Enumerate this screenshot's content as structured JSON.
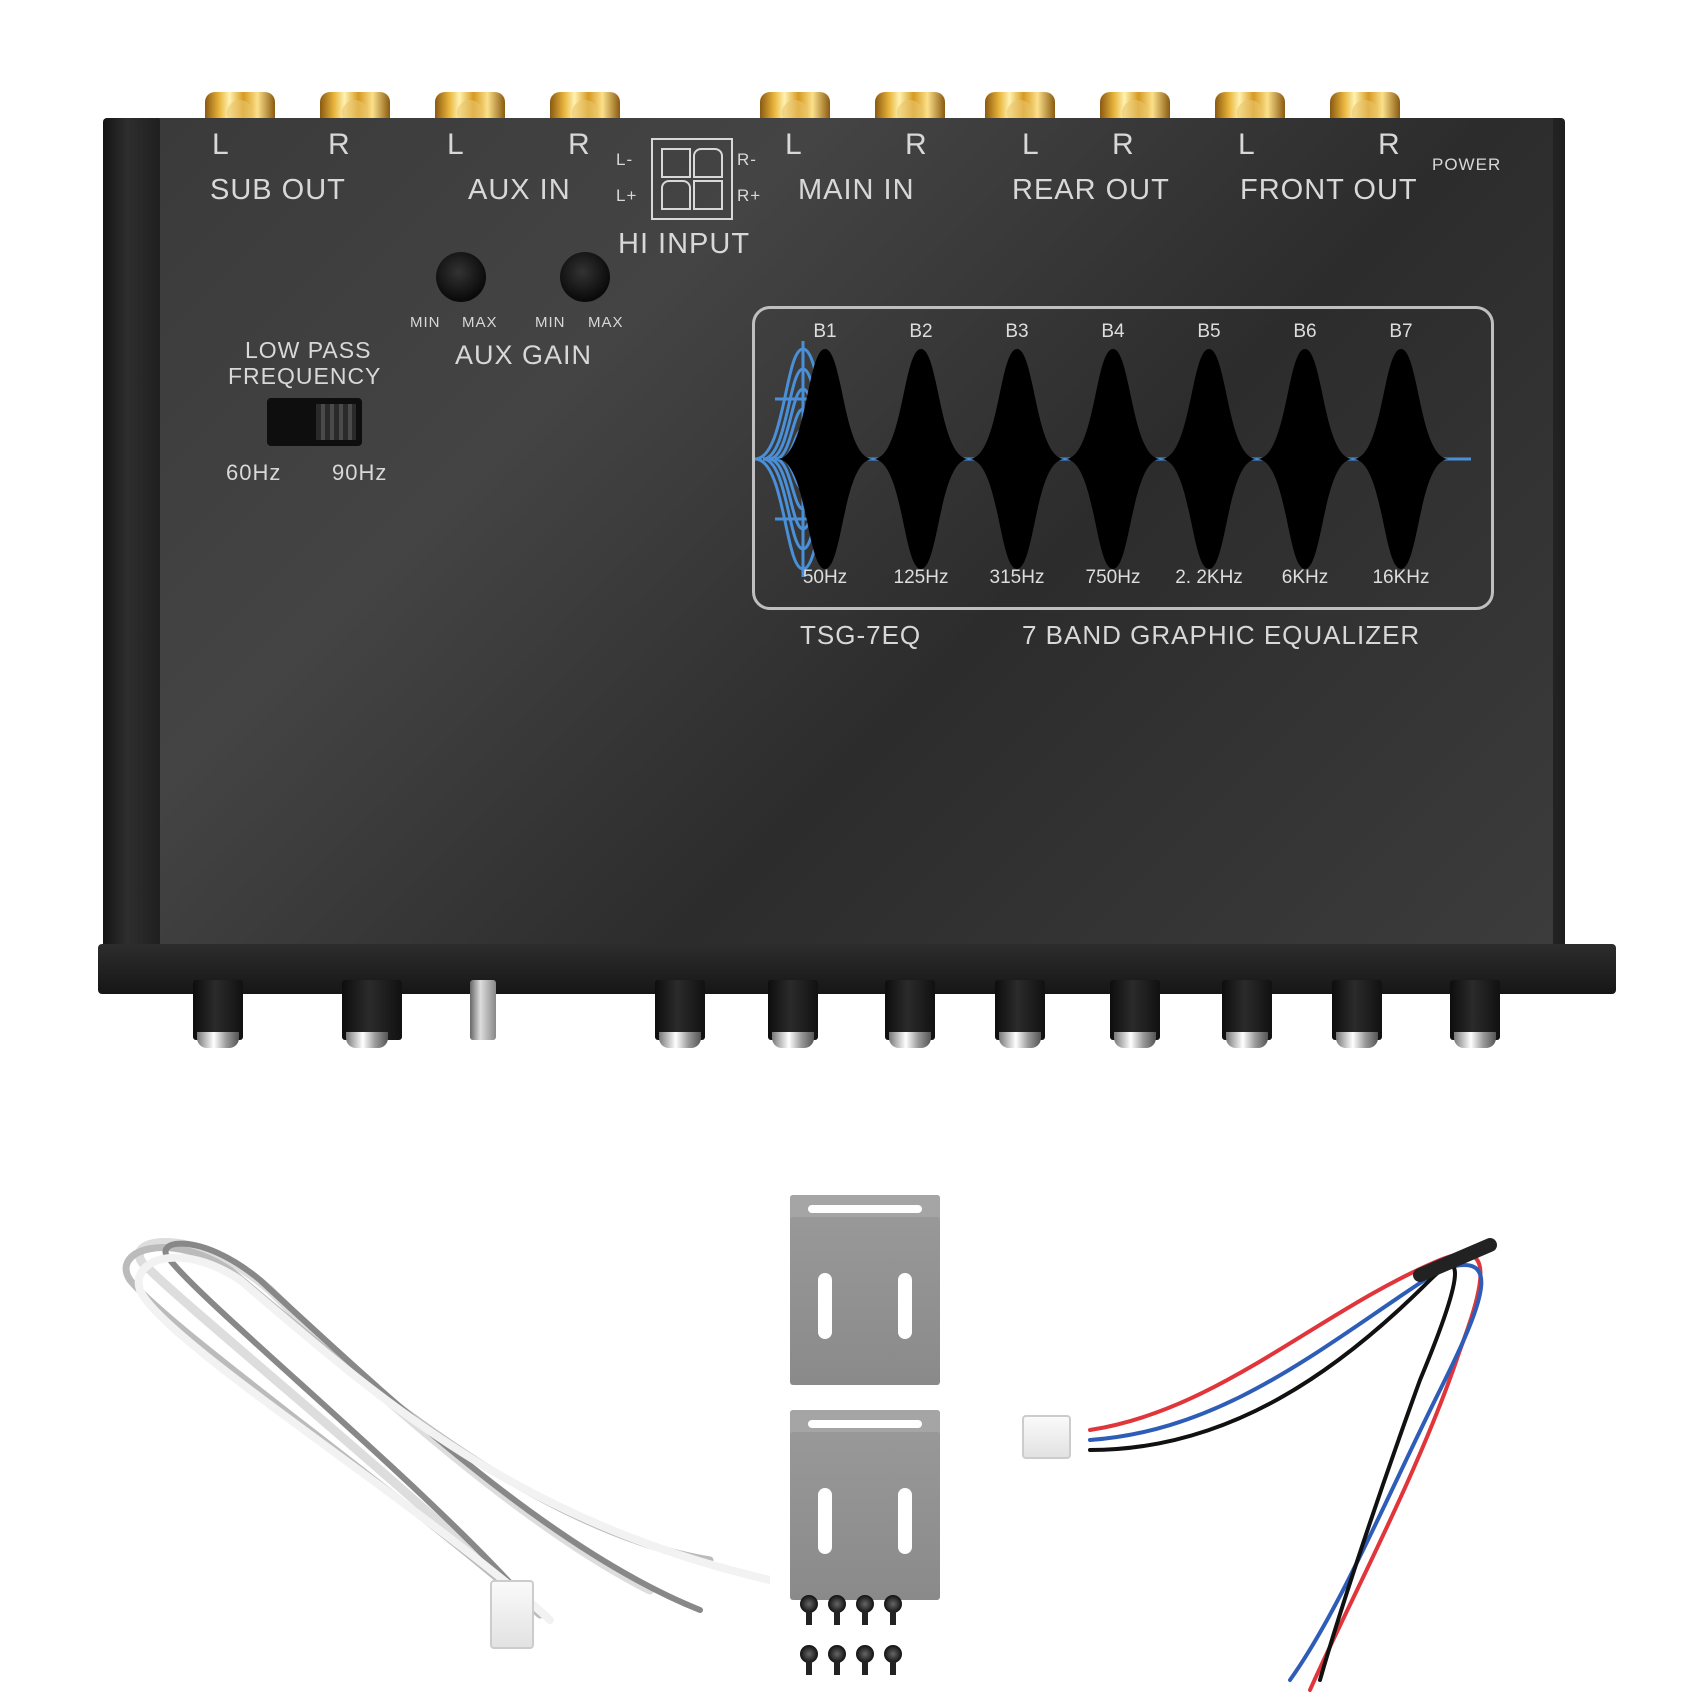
{
  "product": {
    "model": "TSG-7EQ",
    "description": "7 BAND GRAPHIC EQUALIZER"
  },
  "top_panel": {
    "channel_labels": [
      "L",
      "R",
      "L",
      "R",
      "L",
      "R",
      "L",
      "R",
      "L",
      "R"
    ],
    "sections": {
      "sub_out": "SUB OUT",
      "aux_in": "AUX IN",
      "main_in": "MAIN IN",
      "rear_out": "REAR OUT",
      "front_out": "FRONT OUT",
      "power": "POWER"
    },
    "hi_input": {
      "label": "HI INPUT",
      "pins": {
        "l_minus": "L-",
        "l_plus": "L+",
        "r_minus": "R-",
        "r_plus": "R+"
      }
    },
    "aux_gain": {
      "label": "AUX GAIN",
      "knob_left": {
        "min": "MIN",
        "max": "MAX"
      },
      "knob_right": {
        "min": "MIN",
        "max": "MAX"
      }
    },
    "low_pass": {
      "label_line1": "LOW PASS",
      "label_line2": "FREQUENCY",
      "option_left": "60Hz",
      "option_right": "90Hz"
    }
  },
  "equalizer": {
    "curve_color": "#4a90d9",
    "bands": [
      {
        "name": "B1",
        "freq": "50Hz"
      },
      {
        "name": "B2",
        "freq": "125Hz"
      },
      {
        "name": "B3",
        "freq": "315Hz"
      },
      {
        "name": "B4",
        "freq": "750Hz"
      },
      {
        "name": "B5",
        "freq": "2. 2KHz"
      },
      {
        "name": "B6",
        "freq": "6KHz"
      },
      {
        "name": "B7",
        "freq": "16KHz"
      }
    ]
  },
  "front_controls": {
    "knob_count": 11
  },
  "accessories": {
    "items": [
      "hi-input-wire-harness",
      "mounting-bracket",
      "mounting-bracket",
      "screws",
      "power-wire-harness-with-fuse"
    ],
    "screw_count": 8
  },
  "colors": {
    "panel": "#3a3a3a",
    "gold_rca": "#d9a52a",
    "wire_red": "#e0353a",
    "wire_blue": "#2e5db8",
    "wire_black": "#111111"
  }
}
